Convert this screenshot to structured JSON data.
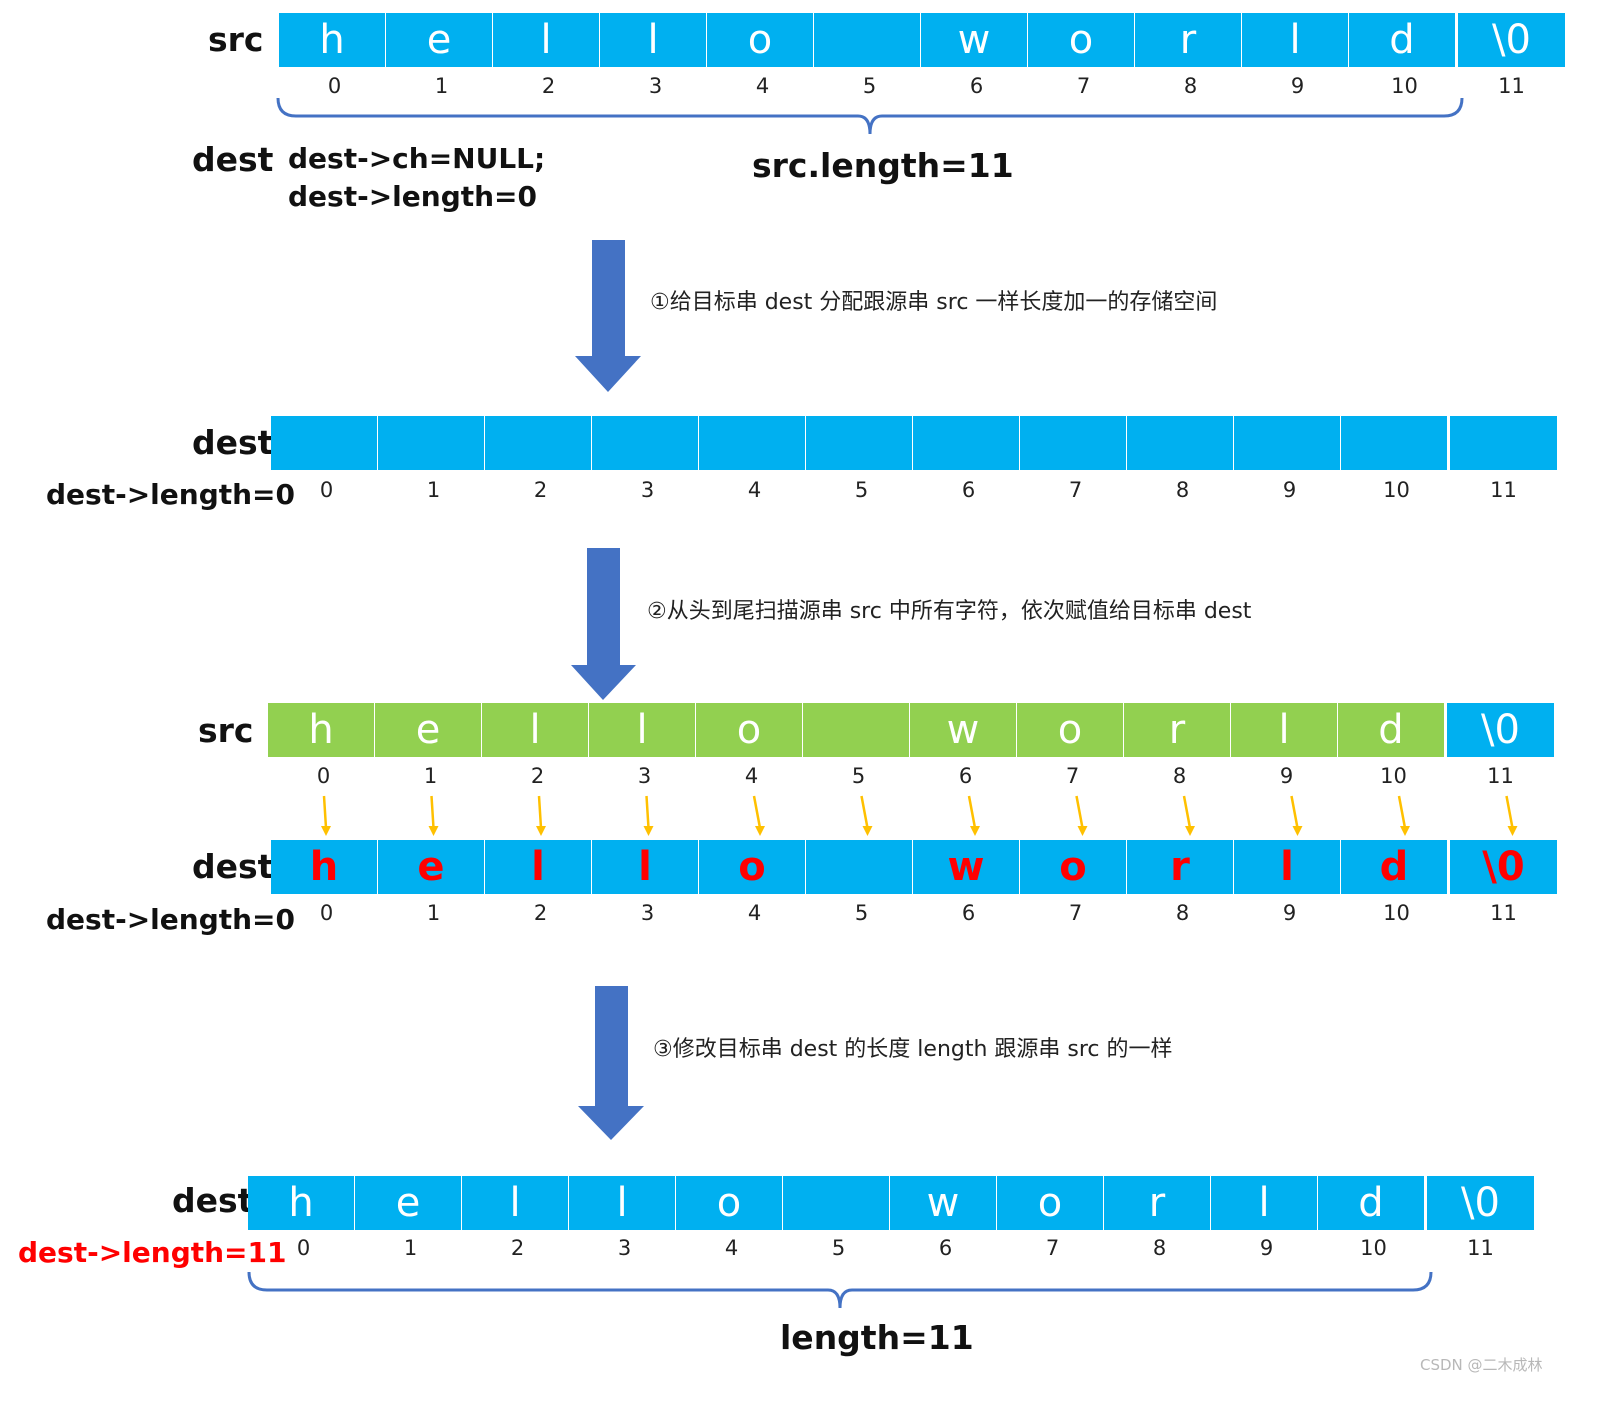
{
  "chars": [
    "h",
    "e",
    "l",
    "l",
    "o",
    "",
    "w",
    "o",
    "r",
    "l",
    "d",
    "\\0"
  ],
  "indices": [
    "0",
    "1",
    "2",
    "3",
    "4",
    "5",
    "6",
    "7",
    "8",
    "9",
    "10",
    "11"
  ],
  "labels": {
    "src": "src",
    "dest": "dest",
    "dest_ch_null": "dest->ch=NULL;",
    "dest_length_0": "dest->length=0",
    "src_length": "src.length=11",
    "dest_length_11": "dest->length=11",
    "length": "length=11"
  },
  "steps": [
    "①给目标串 dest 分配跟源串 src 一样长度加一的存储空间",
    "②从头到尾扫描源串 src 中所有字符，依次赋值给目标串 dest",
    "③修改目标串 dest 的长度 length 跟源串 src 的一样"
  ],
  "watermark": "CSDN @二木成林",
  "colors": {
    "cell_blue": "#00b0f0",
    "cell_green": "#92d050",
    "arrow_blue": "#4472c4",
    "copy_arrow": "#ffc000",
    "brace": "#4472c4",
    "highlight_red": "#ff0000"
  }
}
